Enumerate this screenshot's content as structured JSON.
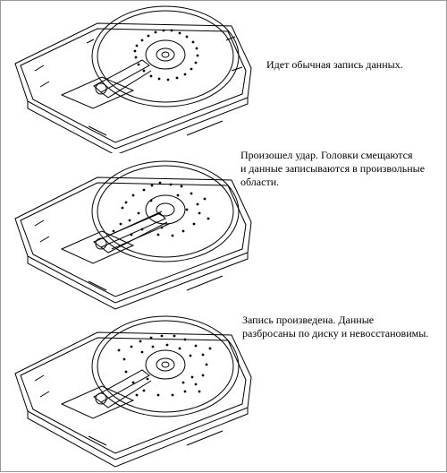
{
  "panels": [
    {
      "caption": "Идет обычная запись данных.",
      "state": "normal-write"
    },
    {
      "caption": "Произошел удар. Головки смещаются\nи данные записываются в произвольные\nобласти.",
      "state": "shock"
    },
    {
      "caption": "Запись  произведена. Данные\nразбросаны по диску и невосстановимы.",
      "state": "scattered"
    }
  ],
  "colors": {
    "line": "#000000",
    "background": "#ffffff",
    "border": "#9a9a9a"
  }
}
